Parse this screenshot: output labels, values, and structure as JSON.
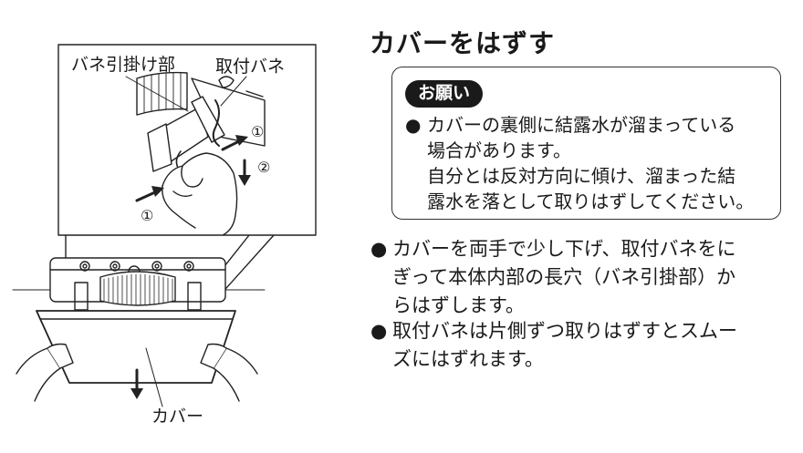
{
  "title": "カバーをはずす",
  "figure": {
    "label_spring_hook": "バネ引掛け部",
    "label_mount_spring": "取付バネ",
    "step_1": "①",
    "step_2": "②",
    "label_cover": "カバー"
  },
  "notice": {
    "badge": "お願い",
    "bullet": "●",
    "line1": "カバーの裏側に結露水が溜まっている",
    "line2": "場合があります。",
    "line3": "自分とは反対方向に傾け、溜まった結",
    "line4": "露水を落として取りはずしてください。"
  },
  "instructions": [
    {
      "bullet": "●",
      "lines": [
        "カバーを両手で少し下げ、取付バネをに",
        "ぎって本体内部の長穴（バネ引掛部）か",
        "らはずします。"
      ]
    },
    {
      "bullet": "●",
      "lines": [
        "取付バネは片側ずつ取りはずすとスムー",
        "ズにはずれます。"
      ]
    }
  ]
}
